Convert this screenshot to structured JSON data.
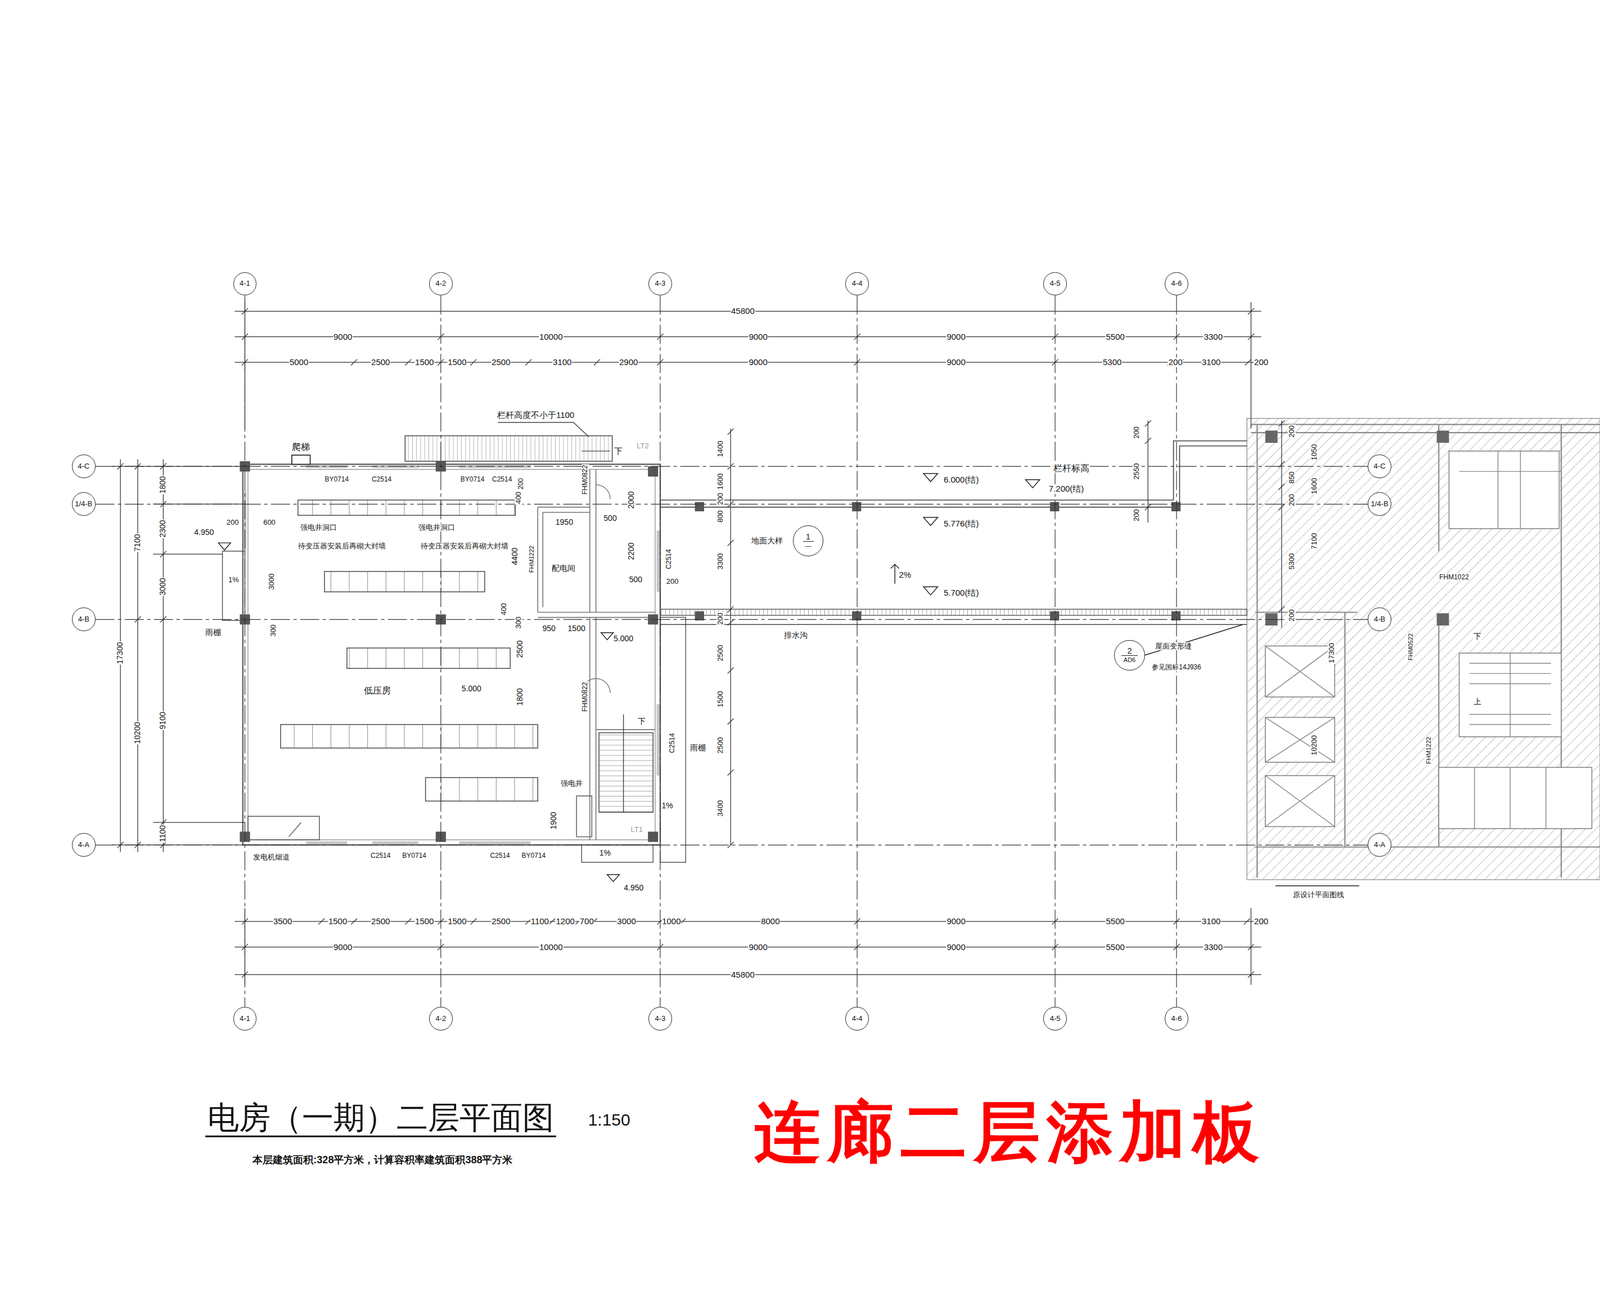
{
  "diagram": {
    "title": "电房（一期）二层平面图",
    "caption": "本层建筑面积:328平方米，计算容积率建筑面积388平方米",
    "nodes": [
      {
        "text": [
          "4-1"
        ]
      },
      {
        "text": [
          "4-2"
        ]
      },
      {
        "text": [
          "4-3"
        ]
      },
      {
        "text": [
          "4-4"
        ]
      },
      {
        "text": [
          "4-5"
        ]
      },
      {
        "text": [
          "4-6"
        ]
      },
      {
        "text": [
          "4-C"
        ]
      },
      {
        "text": [
          "1/4-B"
        ]
      },
      {
        "text": [
          "4-B"
        ]
      },
      {
        "text": [
          "4-A"
        ]
      },
      {
        "text": [
          "4-C"
        ]
      },
      {
        "text": [
          "1/4-B"
        ]
      },
      {
        "text": [
          "4-B"
        ]
      },
      {
        "text": [
          "4-A"
        ]
      },
      {
        "text": [
          "4-1"
        ]
      },
      {
        "text": [
          "4-2"
        ]
      },
      {
        "text": [
          "4-3"
        ]
      },
      {
        "text": [
          "4-4"
        ]
      },
      {
        "text": [
          "4-5"
        ]
      },
      {
        "text": [
          "4-6"
        ]
      },
      {
        "text": [
          "1",
          "—"
        ]
      },
      {
        "text": [
          "2",
          "AD6"
        ]
      }
    ],
    "edges": [
      {
        "from": 0,
        "to": 14,
        "arrow": "none"
      },
      {
        "from": 1,
        "to": 15,
        "arrow": "none"
      },
      {
        "from": 2,
        "to": 16,
        "arrow": "none"
      },
      {
        "from": 3,
        "to": 17,
        "arrow": "none"
      },
      {
        "from": 4,
        "to": 18,
        "arrow": "none"
      },
      {
        "from": 5,
        "to": 19,
        "arrow": "none"
      },
      {
        "from": 6,
        "to": 10,
        "arrow": "none"
      },
      {
        "from": 7,
        "to": 11,
        "arrow": "none"
      },
      {
        "from": 8,
        "to": 12,
        "arrow": "none"
      },
      {
        "from": 9,
        "to": 13,
        "arrow": "none"
      }
    ],
    "labels": [
      "45800",
      "9000",
      "10000",
      "9000",
      "9000",
      "5500",
      "3300",
      "5000",
      "2500",
      "1500",
      "1500",
      "2500",
      "3100",
      "2900",
      "9000",
      "9000",
      "5300",
      "200",
      "3100",
      "200",
      "3500",
      "1500",
      "2500",
      "1500",
      "1500",
      "2500",
      "1100",
      "1200",
      "700",
      "3000",
      "1000",
      "8000",
      "9000",
      "5500",
      "3100",
      "200",
      "9000",
      "10000",
      "9000",
      "9000",
      "5500",
      "3300",
      "45800",
      "17300",
      "7100",
      "10200",
      "1800",
      "2300",
      "3000",
      "9100",
      "1100",
      "1400",
      "1600",
      "200",
      "800",
      "3300",
      "200",
      "2500",
      "1500",
      "2500",
      "3400",
      "200",
      "2550",
      "200",
      "200",
      "850",
      "200",
      "5300",
      "200",
      "1050",
      "1600",
      "7100",
      "10200",
      "17300",
      "爬梯",
      "栏杆高度不小于1100",
      "下",
      "LT2",
      "BY0714",
      "C2514",
      "BY0714",
      "C2514",
      "200",
      "FHM0822",
      "400",
      "1950",
      "500",
      "2000",
      "2200",
      "4400",
      "配电间",
      "FHM1222",
      "500",
      "200",
      "C2514",
      "强电井洞口",
      "强电井洞口",
      "待变压器安装后再砌大封墙",
      "待变压器安装后再砌大封墙",
      "4.950",
      "200",
      "600",
      "3000",
      "1%",
      "雨棚",
      "300",
      "400",
      "300",
      "950",
      "1500",
      "5.000",
      "2500",
      "低压房",
      "5.000",
      "1800",
      "FHM0822",
      "下",
      "C2514",
      "雨棚",
      "1%",
      "强电井",
      "1900",
      "LT1",
      "发电机烟道",
      "C2514",
      "BY0714",
      "C2514",
      "BY0714",
      "1%",
      "4.950",
      "地面大样",
      "6.000(结)",
      "栏杆标高",
      "7.200(结)",
      "5.776(结)",
      "2%",
      "5.700(结)",
      "排水沟",
      "屋面变形缝",
      "参见国标14J936",
      "FHM1022",
      "FHM0522",
      "下",
      "上",
      "FHM1222",
      "原设计平面图线",
      "1:150",
      "连廊二层添加板"
    ]
  }
}
